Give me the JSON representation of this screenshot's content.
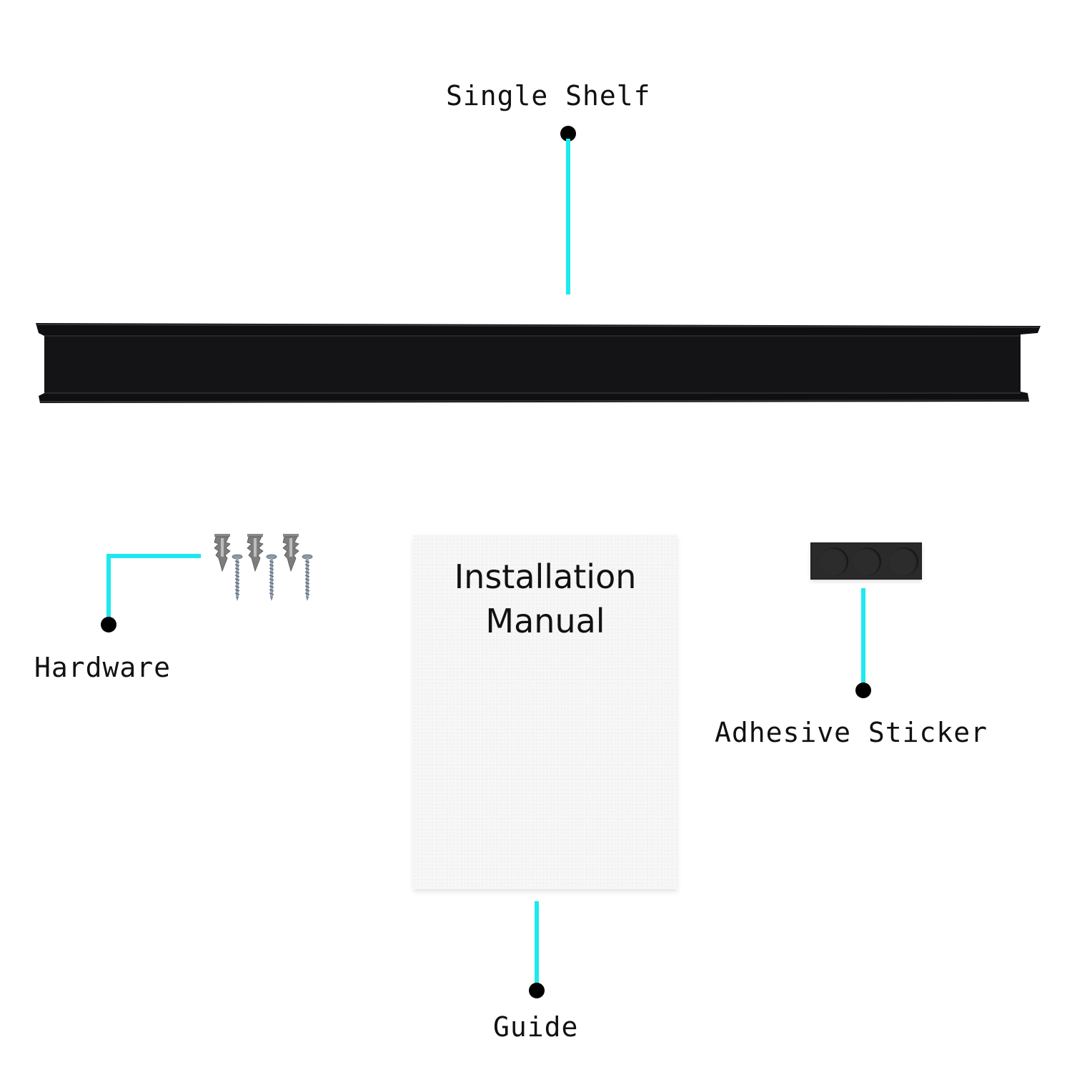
{
  "callouts": {
    "shelf": {
      "label": "Single Shelf"
    },
    "hardware": {
      "label": "Hardware"
    },
    "guide": {
      "label": "Guide"
    },
    "sticker": {
      "label": "Adhesive Sticker"
    }
  },
  "manual": {
    "title_line1": "Installation",
    "title_line2": "Manual"
  },
  "hardware_items": {
    "wall_anchors": 3,
    "screws": 3
  },
  "sticker_pads": 3,
  "colors": {
    "leader_line": "#1de9ef",
    "dot": "#000000",
    "shelf": "#111114",
    "sticker": "#2a2a2a",
    "manual": "#f7f7f7"
  }
}
